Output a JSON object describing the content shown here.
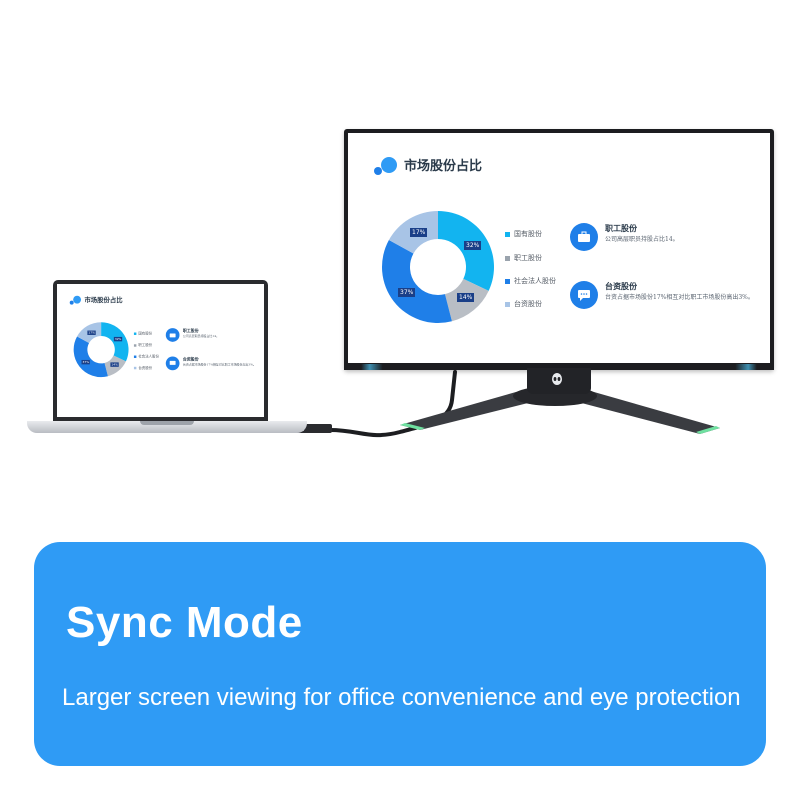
{
  "slide": {
    "title": "市场股份占比",
    "legend": [
      {
        "label": "国有股份",
        "color": "#12b4f0"
      },
      {
        "label": "职工股份",
        "color": "#9aa3ad"
      },
      {
        "label": "社会法人股份",
        "color": "#1f7fe8"
      },
      {
        "label": "台资股份",
        "color": "#a8c4e6"
      }
    ],
    "slices": [
      {
        "label": "32%",
        "value": 32,
        "color": "#12b4f0"
      },
      {
        "label": "14%",
        "value": 14,
        "color": "#b9bec5"
      },
      {
        "label": "37%",
        "value": 37,
        "color": "#1f7fe8"
      },
      {
        "label": "17%",
        "value": 17,
        "color": "#a8c4e6"
      }
    ],
    "info": [
      {
        "icon": "briefcase-icon",
        "title": "职工股份",
        "text": "公司高层职员持股占比14。"
      },
      {
        "icon": "chat-icon",
        "title": "台资股份",
        "text": "台资占据市场股份17%相互对比职工市场股份高出3%。"
      }
    ]
  },
  "card": {
    "title": "Sync Mode",
    "subtitle": "Larger screen viewing for office convenience and eye protection",
    "color": "#2f9bf5"
  }
}
